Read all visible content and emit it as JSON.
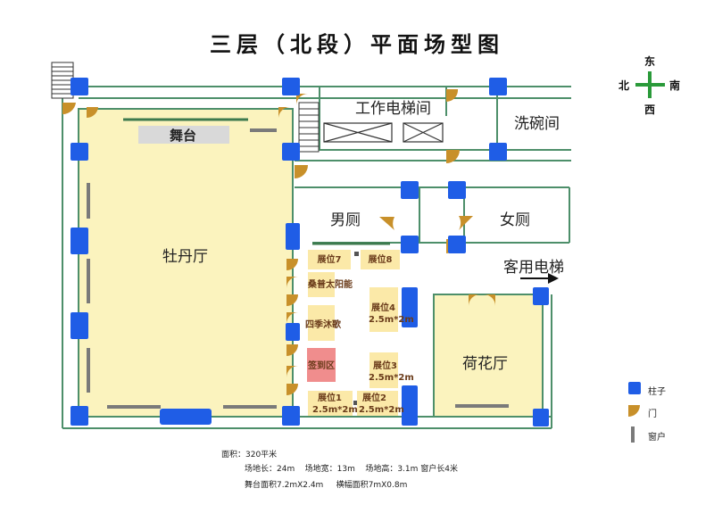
{
  "title": "三层（北段）平面场型图",
  "compass": {
    "north": "北",
    "south": "南",
    "east": "东",
    "west": "西"
  },
  "rooms": {
    "peony_hall": "牡丹厅",
    "stage": "舞台",
    "elevator_room": "工作电梯间",
    "dish_room": "洗碗间",
    "mens_room": "男厕",
    "womens_room": "女厕",
    "guest_elevator": "客用电梯",
    "lotus_hall": "荷花厅"
  },
  "booths": {
    "b7": "展位7",
    "b8": "展位8",
    "sunpower": "桑普太阳能",
    "four_seasons": "四季沐歌",
    "signin": "签到区",
    "b4": "展位4",
    "b4_size": "2.5m*2m",
    "b3": "展位3",
    "b3_size": "2.5m*2m",
    "b1": "展位1",
    "b1_size": "2.5m*2m",
    "b2": "展位2",
    "b2_size": "2.5m*2m"
  },
  "legend": {
    "pillar": "柱子",
    "door": "门",
    "window": "窗户"
  },
  "stats": {
    "area": "面积：320平米",
    "dimensions": "场地长：24m    场地宽：13m    场地高：3.1m 窗户长4米",
    "stage_banner": "舞台面积7.2mX2.4m     横幅面积7mX0.8m"
  },
  "colors": {
    "hall": "#fbf3be",
    "booth": "#fbe9a8",
    "signin": "#f08d8d",
    "pillar": "#1f5de6",
    "door": "#c8902a",
    "wall": "#4d8f6a",
    "window": "#7a7a7a",
    "compass": "#2a9a3a"
  }
}
